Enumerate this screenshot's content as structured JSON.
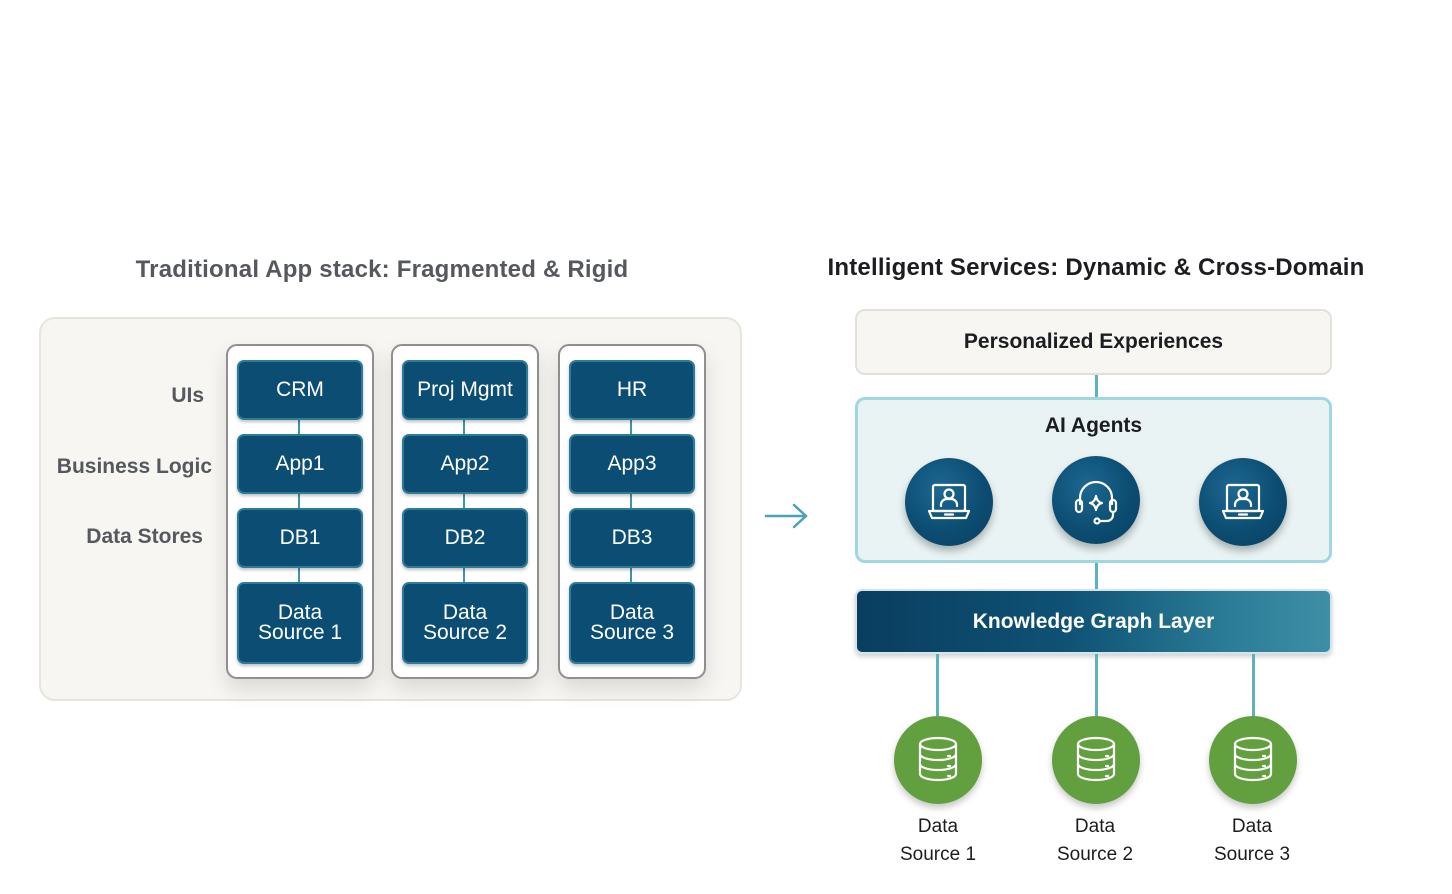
{
  "left": {
    "title": "Traditional App stack: Fragmented & Rigid",
    "row_labels": {
      "uis": "UIs",
      "business_logic": "Business Logic",
      "data_stores": "Data Stores"
    },
    "columns": [
      {
        "ui": "CRM",
        "app": "App1",
        "db": "DB1",
        "source_line1": "Data",
        "source_line2": "Source 1"
      },
      {
        "ui": "Proj Mgmt",
        "app": "App2",
        "db": "DB2",
        "source_line1": "Data",
        "source_line2": "Source 2"
      },
      {
        "ui": "HR",
        "app": "App3",
        "db": "DB3",
        "source_line1": "Data",
        "source_line2": "Source 3"
      }
    ]
  },
  "right": {
    "title": "Intelligent Services: Dynamic & Cross-Domain",
    "personalized": "Personalized Experiences",
    "agents_title": "AI Agents",
    "agent_icons": [
      "laptop-user-icon",
      "headset-sparkle-icon",
      "laptop-user-icon"
    ],
    "knowledge_graph": "Knowledge Graph Layer",
    "data_sources": [
      {
        "line1": "Data",
        "line2": "Source 1"
      },
      {
        "line1": "Data",
        "line2": "Source 2"
      },
      {
        "line1": "Data",
        "line2": "Source 3"
      }
    ]
  },
  "colors": {
    "cell_fill": "#0c4e73",
    "connector": "#3f94a7",
    "agent_circle": "#0c4d72",
    "db_circle": "#62a03f",
    "agents_border": "#9fd8e1"
  }
}
